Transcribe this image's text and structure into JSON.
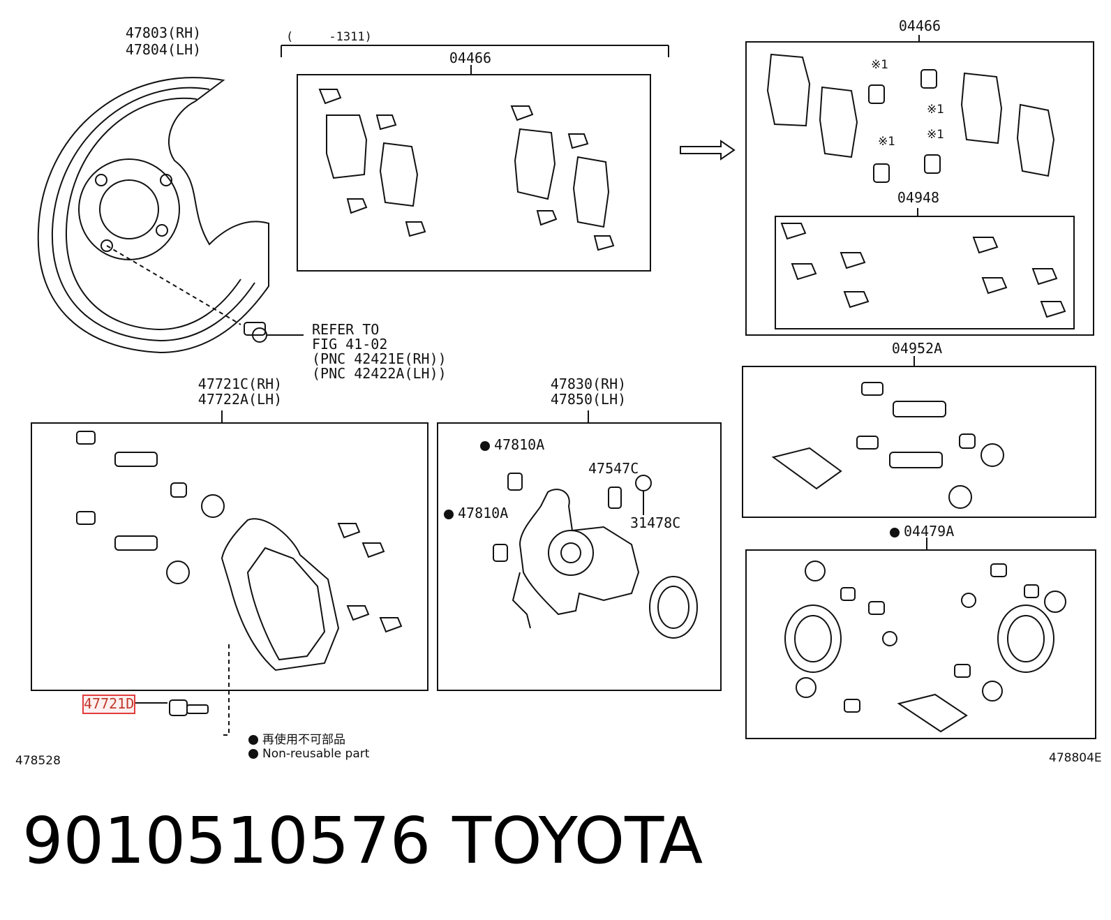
{
  "diagram": {
    "labels": {
      "shield_rh": "47803(RH)",
      "shield_lh": "47804(LH)",
      "date_range": "(     -1311)",
      "kit_04466_left": "04466",
      "kit_04466_right": "04466",
      "mark_1a": "※1",
      "mark_1b": "※1",
      "mark_1c": "※1",
      "mark_1d": "※1",
      "kit_04948": "04948",
      "refer_1": "REFER TO",
      "refer_2": "FIG 41-02",
      "refer_3": "(PNC 42421E(RH))",
      "refer_4": "(PNC 42422A(LH))",
      "bracket_rh": "47721C(RH)",
      "bracket_lh": "47722A(LH)",
      "caliper_rh": "47830(RH)",
      "caliper_lh": "47850(LH)",
      "kit_04952a": "04952A",
      "bleeder_upper": "47810A",
      "plug": "47547C",
      "cap": "31478C",
      "bleeder_lower": "47810A",
      "kit_04479a": "04479A",
      "bolt_highlight": "47721D",
      "legend_jp": "再使用不可部品",
      "legend_en": "Non-reusable part",
      "fig_left": "478528",
      "fig_right": "478804E"
    },
    "part_number": "9010510576",
    "brand": "TOYOTA"
  }
}
